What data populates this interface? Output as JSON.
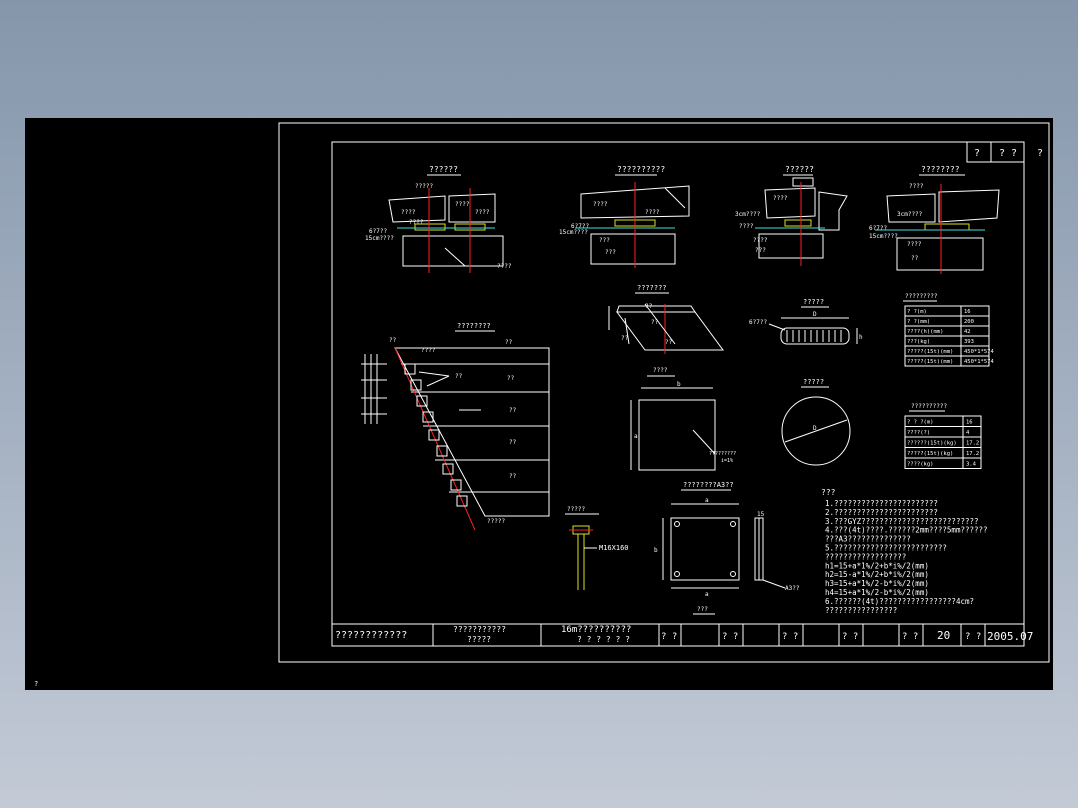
{
  "drawing": {
    "corner_mark": "?",
    "title_tab": {
      "cell1": "?",
      "cell2": "? ?",
      "cell3": "?"
    },
    "top_details": [
      {
        "title": "??????"
      },
      {
        "title": "??????????"
      },
      {
        "title": "??????"
      },
      {
        "title": "????????"
      }
    ],
    "detail_labels": {
      "a1": "?????",
      "a2": "????",
      "a3": "????",
      "a4": "????",
      "a5": "????",
      "a6": "6?7??",
      "a7": "15cm????",
      "a8": "????",
      "b1": "????",
      "b2": "????",
      "b3": "6?7??",
      "b4": "15cm????",
      "b5": "???",
      "b6": "???",
      "c1": "????",
      "c2": "3cm????",
      "c3": "????",
      "c4": "????",
      "c5": "???",
      "d1": "????",
      "d2": "3cm????",
      "d3": "6?7??",
      "d4": "15cm????",
      "d5": "????",
      "d6": "??"
    },
    "left_plan": {
      "title": "????????",
      "labels": [
        "??",
        "????",
        "??",
        "??",
        "??",
        "??",
        "??",
        "?????",
        "??"
      ]
    },
    "mid_section": {
      "title": "???????",
      "note": "????",
      "dims": [
        "??",
        "??",
        "??",
        "??"
      ]
    },
    "square": {
      "dim_b": "b",
      "dim_a": "a",
      "label": "?????????",
      "slope": "i=1%"
    },
    "rubber_side": {
      "title": "?????",
      "tag": "6?7??",
      "dim": "h",
      "dim_d": "D"
    },
    "circle": {
      "title": "?????",
      "dim": "D"
    },
    "table1": {
      "title": "?????????",
      "rows": [
        [
          "?  ?(m)",
          "16"
        ],
        [
          "?  ?(mm)",
          "200"
        ],
        [
          "????(h)(mm)",
          "42"
        ],
        [
          "???(kg)",
          "393"
        ],
        [
          "?????(15t)(mm)",
          "450*1*574"
        ],
        [
          "?????(15t)(mm)",
          "450*1*574"
        ]
      ]
    },
    "table2": {
      "title": "??????????",
      "rows": [
        [
          "? ?   ?(m)",
          "16"
        ],
        [
          "????(?)",
          "4"
        ],
        [
          "??????(15t)(kg)",
          "17.2"
        ],
        [
          "?????(15t)(kg)",
          "17.2"
        ],
        [
          "????(kg)",
          "3.4"
        ]
      ]
    },
    "bolt": {
      "title": "?????",
      "label": "M16X160"
    },
    "plate": {
      "title": "????????A3??",
      "dim_a": "a",
      "dim_b": "b",
      "dim_15": "15",
      "note": "A3??",
      "caption": "???"
    },
    "notes": {
      "heading": "???",
      "lines": [
        "1.???????????????????????",
        "2.???????????????????????",
        "3.???GYZ??????????????????????????",
        "4.???(4t)????.??????2mm????5mm??????",
        "  ???A3??????????????",
        "5.?????????????????????????",
        "  ??????????????????",
        "  h1=15+a*1%/2+b*i%/2(mm)",
        "  h2=15-a*1%/2+b*i%/2(mm)",
        "  h3=15+a*1%/2-b*i%/2(mm)",
        "  h4=15+a*1%/2-b*i%/2(mm)",
        "6.??????(4t)?????????????????4cm?",
        "  ????????????????"
      ]
    },
    "title_block": {
      "company": "????????????",
      "project_1": "???????????",
      "project_2": "?????",
      "drawing_1": "16m??????????",
      "drawing_2": "? ? ? ? ? ?",
      "cells": [
        "? ?",
        "? ?",
        "? ?",
        "? ?",
        "? ?"
      ],
      "sheet_no": "20",
      "date_label": "? ?",
      "date": "2005.07"
    }
  },
  "colors": {
    "line": "#ffffff",
    "red": "#ff2020",
    "cyan": "#40e0e0",
    "yellow": "#e0e020",
    "background": "#000000"
  }
}
